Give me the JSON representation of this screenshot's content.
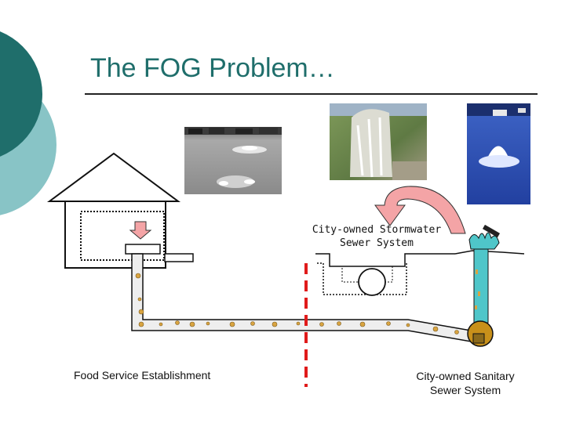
{
  "slide": {
    "title": "The FOG Problem…",
    "accent_color": "#1f6e6b",
    "accent_light": "#88c4c6"
  },
  "diagram": {
    "label_fse": "Food Service Establishment",
    "label_stormwater": "City-owned Stormwater Sewer System",
    "label_stormwater_line1": "City-owned Stormwater",
    "label_stormwater_line2": "Sewer System",
    "label_sanitary_line1": "City-owned Sanitary",
    "label_sanitary_line2": "Sewer System",
    "pipe_color": "#e9e9e9",
    "grease_color": "#d9a441",
    "boundary_color": "#e01b1b",
    "overflow_color": "#4fc6c9",
    "arrow_color": "#f4a4a6",
    "manhole_color": "#c8901a"
  },
  "photos": [
    {
      "name": "flooded-street-photo"
    },
    {
      "name": "manhole-overflow-photo"
    },
    {
      "name": "water-fountain-overflow-photo"
    }
  ]
}
